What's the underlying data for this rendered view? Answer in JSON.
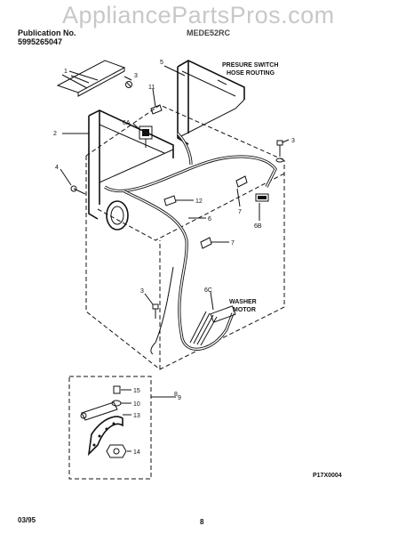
{
  "header": {
    "publication_label": "Publication No.",
    "publication_number": "5995265047",
    "model": "MEDE52RC"
  },
  "watermark": "AppliancePartsPros.com",
  "callouts": {
    "c1": "1",
    "c2": "2",
    "c3a": "3",
    "c3b": "3",
    "c3c": "3",
    "c4": "4",
    "c5": "5",
    "c6": "6",
    "c6a": "6A",
    "c6b": "6B",
    "c6c": "6C",
    "c7a": "7",
    "c7b": "7",
    "c8": "8",
    "c9": "9",
    "c10": "10",
    "c11": "11",
    "c12": "12",
    "c13": "13",
    "c14": "14",
    "c15": "15"
  },
  "notes": {
    "hose_line1": "PRESURE SWITCH",
    "hose_line2": "HOSE ROUTING",
    "washer_line1": "WASHER",
    "washer_line2": "MOTOR"
  },
  "figure_code": "P17X0004",
  "footer": {
    "date": "03/95",
    "page": "8"
  }
}
